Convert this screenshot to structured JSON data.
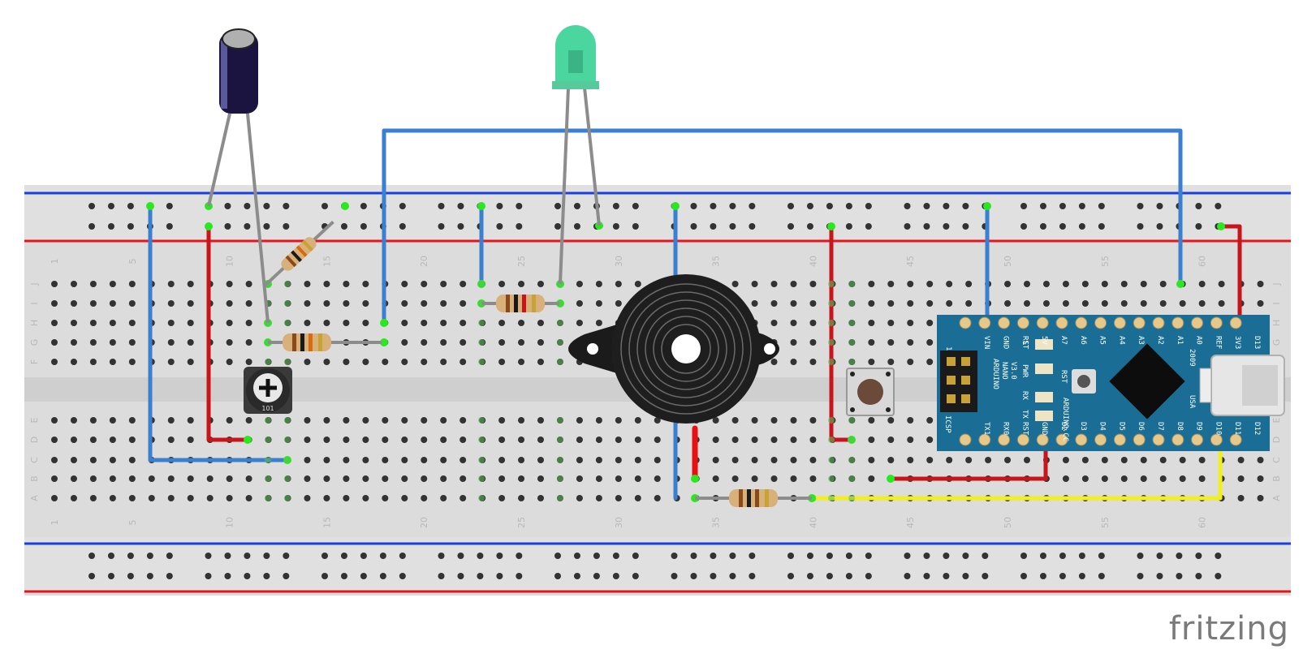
{
  "app": {
    "watermark": "fritzing"
  },
  "breadboard": {
    "columns": 63,
    "column_labels": [
      "1",
      "5",
      "10",
      "15",
      "20",
      "25",
      "30",
      "35",
      "40",
      "45",
      "50",
      "55",
      "60"
    ],
    "row_labels_top": [
      "J",
      "I",
      "H",
      "G",
      "F"
    ],
    "row_labels_bottom": [
      "E",
      "D",
      "C",
      "B",
      "A"
    ]
  },
  "arduino": {
    "header_top": [
      "D12",
      "D11",
      "D10",
      "D9",
      "D8",
      "D7",
      "D6",
      "D5",
      "D4",
      "D3",
      "D2",
      "GND",
      "RST",
      "RX0",
      "TX1"
    ],
    "header_bottom": [
      "D13",
      "3V3",
      "REF",
      "A0",
      "A1",
      "A2",
      "A3",
      "A4",
      "A5",
      "A6",
      "A7",
      "5V",
      "RST",
      "GND",
      "VIN"
    ],
    "brand_lines": [
      "ARDUINO",
      "NANO",
      "V3.0"
    ],
    "site": "ARDUINO.CC",
    "year": "2009",
    "icsp": "ICSP",
    "usa": "USA",
    "led_labels": [
      "L",
      "PWR",
      "RX",
      "TX"
    ],
    "rst_label": "RST",
    "pin1_label": "1"
  },
  "potentiometer": {
    "code": "101"
  },
  "colors": {
    "wire_blue": "#3a7fd0",
    "wire_red": "#c8151b",
    "wire_yellow": "#f2ef1c",
    "rail_blue": "#1a3fe0",
    "rail_red": "#e8141c",
    "nano_board": "#1a6e95",
    "led_green": "#4bd6a0",
    "pin_highlight": "#29e820"
  }
}
